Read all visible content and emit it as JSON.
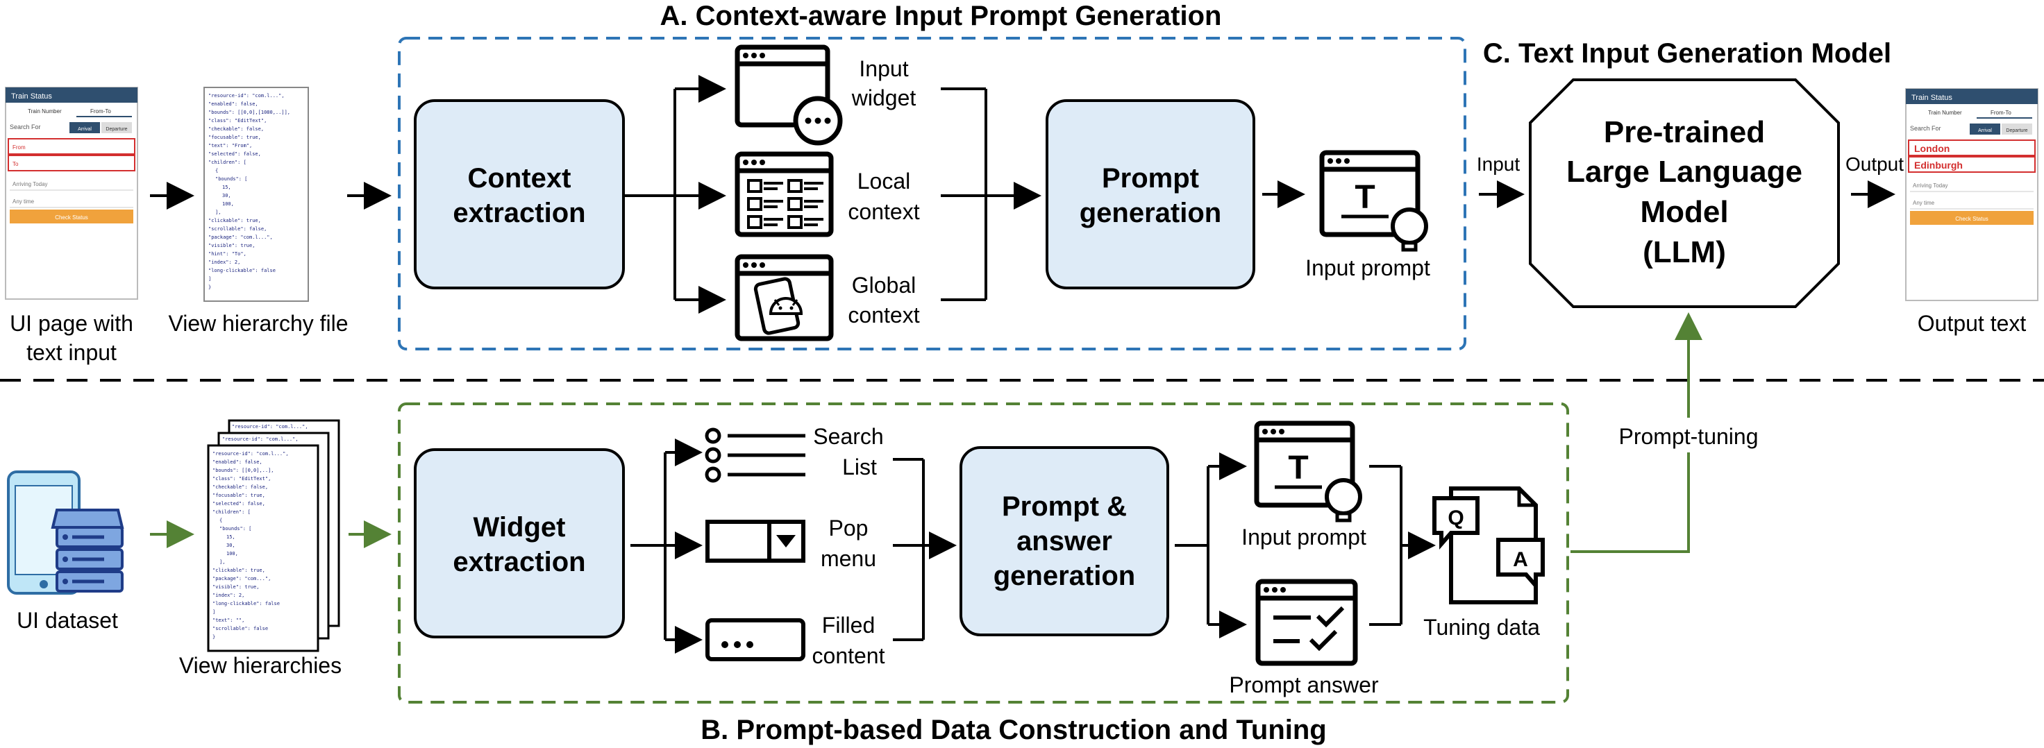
{
  "sections": {
    "a_title": "A. Context-aware Input Prompt Generation",
    "b_title": "B. Prompt-based Data Construction and Tuning",
    "c_title": "C. Text Input Generation Model"
  },
  "part_a": {
    "ui_page_label_line1": "UI page with",
    "ui_page_label_line2": "text input",
    "view_hierarchy_label": "View hierarchy file",
    "context_extraction_line1": "Context",
    "context_extraction_line2": "extraction",
    "input_widget_line1": "Input",
    "input_widget_line2": "widget",
    "local_context_line1": "Local",
    "local_context_line2": "context",
    "global_context_line1": "Global",
    "global_context_line2": "context",
    "prompt_generation_line1": "Prompt",
    "prompt_generation_line2": "generation",
    "input_prompt_label": "Input prompt"
  },
  "part_c": {
    "input_arrow_label": "Input",
    "output_arrow_label": "Output",
    "llm_line1": "Pre-trained",
    "llm_line2": "Large Language",
    "llm_line3": "Model",
    "llm_line4": "(LLM)",
    "output_text_label": "Output text",
    "prompt_tuning_label": "Prompt-tuning"
  },
  "part_b": {
    "ui_dataset_label": "UI dataset",
    "view_hierarchies_label": "View hierarchies",
    "widget_extraction_line1": "Widget",
    "widget_extraction_line2": "extraction",
    "search_list_line1": "Search",
    "search_list_line2": "List",
    "pop_menu_line1": "Pop",
    "pop_menu_line2": "menu",
    "filled_content_line1": "Filled",
    "filled_content_line2": "content",
    "prompt_answer_gen_line1": "Prompt &",
    "prompt_answer_gen_line2": "answer",
    "prompt_answer_gen_line3": "generation",
    "input_prompt_label": "Input prompt",
    "prompt_answer_label": "Prompt answer",
    "tuning_data_label": "Tuning data"
  },
  "input_phone": {
    "header": "Train Status",
    "tab1": "Train Number",
    "tab2": "From-To",
    "search_for": "Search For",
    "btn1": "Arrival",
    "btn2": "Departure",
    "field_from": "From",
    "field_to": "To",
    "field_date": "Arriving Today",
    "field_time": "Any time",
    "check_button": "Check Status"
  },
  "output_phone": {
    "header": "Train Status",
    "tab1": "Train Number",
    "tab2": "From-To",
    "search_for": "Search For",
    "btn1": "Arrival",
    "btn2": "Departure",
    "field_from": "London",
    "field_to": "Edinburgh",
    "field_date": "Arriving Today",
    "field_time": "Any time",
    "check_button": "Check Status"
  },
  "icon_glyphs": {
    "t_glyph": "T",
    "q_glyph": "Q",
    "a_glyph": "A"
  },
  "colors": {
    "section_a_border": "#2E75B6",
    "section_b_border": "#548235",
    "process_box_fill": "#DEEBF7",
    "green_arrow": "#548235",
    "phone_header": "#2F4F6F",
    "check_button": "#F0A23C",
    "highlight_red": "#D32F2F"
  }
}
